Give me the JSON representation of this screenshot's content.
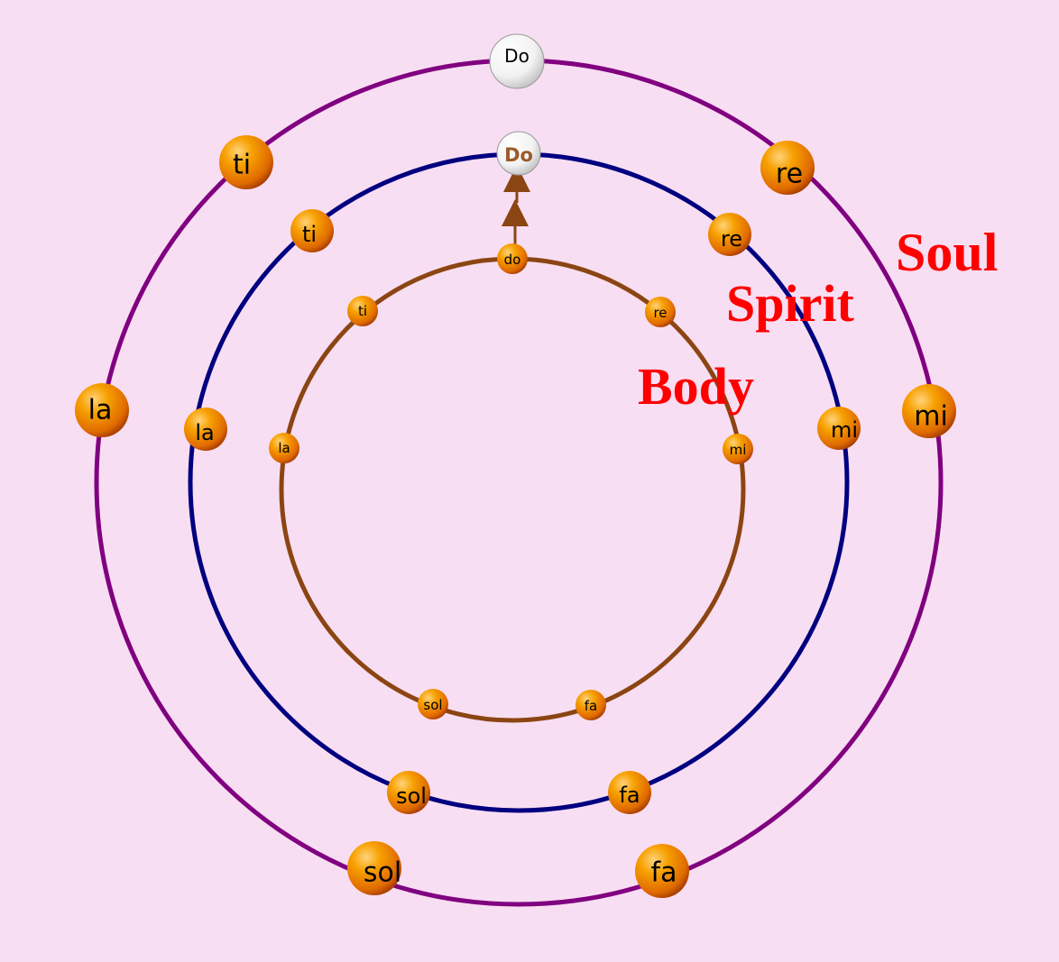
{
  "colors": {
    "background": "#f8def2",
    "soul_ring": "#800080",
    "spirit_ring": "#000080",
    "body_ring": "#8b4513",
    "label": "#ff0000",
    "note_ball": "#f28a00",
    "white_ball": "#ffffff"
  },
  "labels": {
    "soul": "Soul",
    "spirit": "Spirit",
    "body": "Body"
  },
  "soul_notes": [
    "Do",
    "re",
    "mi",
    "fa",
    "sol",
    "la",
    "ti"
  ],
  "spirit_notes": [
    "Do",
    "re",
    "mi",
    "fa",
    "sol",
    "la",
    "ti"
  ],
  "body_notes": [
    "do",
    "re",
    "mi",
    "fa",
    "sol",
    "la",
    "ti"
  ]
}
